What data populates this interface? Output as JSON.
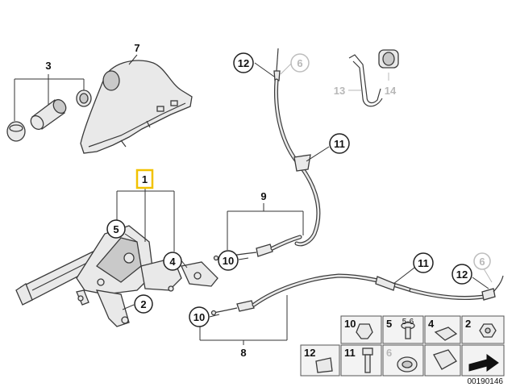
{
  "callouts": {
    "c1": "1",
    "c2": "2",
    "c3": "3",
    "c4": "4",
    "c5": "5",
    "c6a": "6",
    "c6b": "6",
    "c7": "7",
    "c8": "8",
    "c9": "9",
    "c10a": "10",
    "c10b": "10",
    "c11a": "11",
    "c11b": "11",
    "c12a": "12",
    "c12b": "12",
    "c13": "13",
    "c14": "14"
  },
  "legend": {
    "top": [
      "10",
      "5",
      "4",
      "2"
    ],
    "bottom": [
      "12",
      "11",
      "6"
    ],
    "screw_mark": "5-6"
  },
  "diagram_number": "00190146",
  "colors": {
    "highlight": "#f2c200",
    "inactive_label": "#b8b8b8",
    "line": "#3a3a3a"
  }
}
